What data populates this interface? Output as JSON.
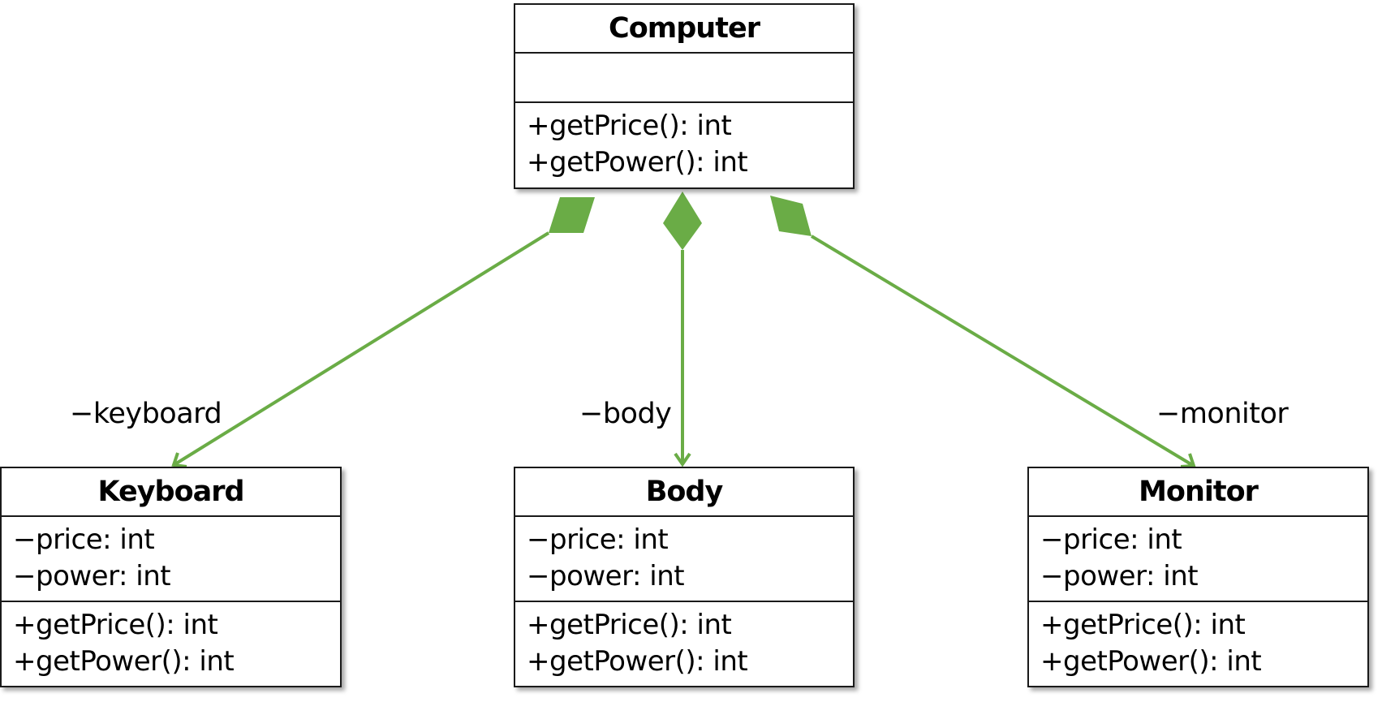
{
  "colors": {
    "connector": "#6aac46",
    "border": "#1a1a1a",
    "shadow": "#808080"
  },
  "classes": {
    "computer": {
      "name": "Computer",
      "attributes": [],
      "operations": [
        "+getPrice(): int",
        "+getPower(): int"
      ]
    },
    "keyboard": {
      "name": "Keyboard",
      "attributes": [
        "−price: int",
        "−power: int"
      ],
      "operations": [
        "+getPrice(): int",
        "+getPower(): int"
      ]
    },
    "body": {
      "name": "Body",
      "attributes": [
        "−price: int",
        "−power: int"
      ],
      "operations": [
        "+getPrice(): int",
        "+getPower(): int"
      ]
    },
    "monitor": {
      "name": "Monitor",
      "attributes": [
        "−price: int",
        "−power: int"
      ],
      "operations": [
        "+getPrice(): int",
        "+getPower(): int"
      ]
    }
  },
  "relationships": [
    {
      "type": "composition",
      "from": "Computer",
      "to": "Keyboard",
      "role": "−keyboard"
    },
    {
      "type": "composition",
      "from": "Computer",
      "to": "Body",
      "role": "−body"
    },
    {
      "type": "composition",
      "from": "Computer",
      "to": "Monitor",
      "role": "−monitor"
    }
  ]
}
